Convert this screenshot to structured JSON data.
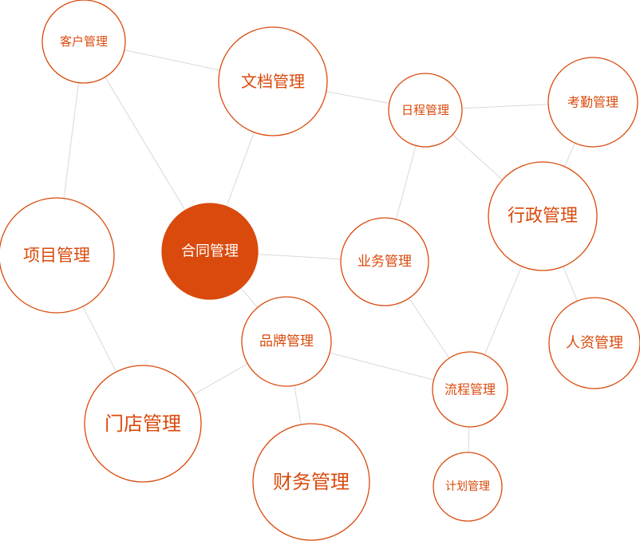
{
  "colors": {
    "accent": "#d94a0c",
    "edge": "#d9d9d9",
    "text_default": "#d94a0c",
    "text_active": "#ffffff",
    "fill_default": "#ffffff"
  },
  "nodes": [
    {
      "id": "kehu",
      "label": "客户管理",
      "active": false
    },
    {
      "id": "wendang",
      "label": "文档管理",
      "active": false
    },
    {
      "id": "richeng",
      "label": "日程管理",
      "active": false
    },
    {
      "id": "kaoqin",
      "label": "考勤管理",
      "active": false
    },
    {
      "id": "xingzheng",
      "label": "行政管理",
      "active": false
    },
    {
      "id": "xiangmu",
      "label": "项目管理",
      "active": false
    },
    {
      "id": "hetong",
      "label": "合同管理",
      "active": true
    },
    {
      "id": "yewu",
      "label": "业务管理",
      "active": false
    },
    {
      "id": "renzi",
      "label": "人资管理",
      "active": false
    },
    {
      "id": "pinpai",
      "label": "品牌管理",
      "active": false
    },
    {
      "id": "liucheng",
      "label": "流程管理",
      "active": false
    },
    {
      "id": "mendian",
      "label": "门店管理",
      "active": false
    },
    {
      "id": "caiwu",
      "label": "财务管理",
      "active": false
    },
    {
      "id": "jihua",
      "label": "计划管理",
      "active": false
    }
  ],
  "edges": [
    [
      "kehu",
      "wendang"
    ],
    [
      "kehu",
      "xiangmu"
    ],
    [
      "kehu",
      "hetong"
    ],
    [
      "wendang",
      "hetong"
    ],
    [
      "wendang",
      "richeng"
    ],
    [
      "richeng",
      "kaoqin"
    ],
    [
      "richeng",
      "yewu"
    ],
    [
      "richeng",
      "xingzheng"
    ],
    [
      "kaoqin",
      "xingzheng"
    ],
    [
      "xingzheng",
      "renzi"
    ],
    [
      "xingzheng",
      "liucheng"
    ],
    [
      "hetong",
      "yewu"
    ],
    [
      "hetong",
      "pinpai"
    ],
    [
      "xiangmu",
      "mendian"
    ],
    [
      "pinpai",
      "mendian"
    ],
    [
      "pinpai",
      "caiwu"
    ],
    [
      "pinpai",
      "liucheng"
    ],
    [
      "yewu",
      "liucheng"
    ],
    [
      "liucheng",
      "jihua"
    ]
  ]
}
